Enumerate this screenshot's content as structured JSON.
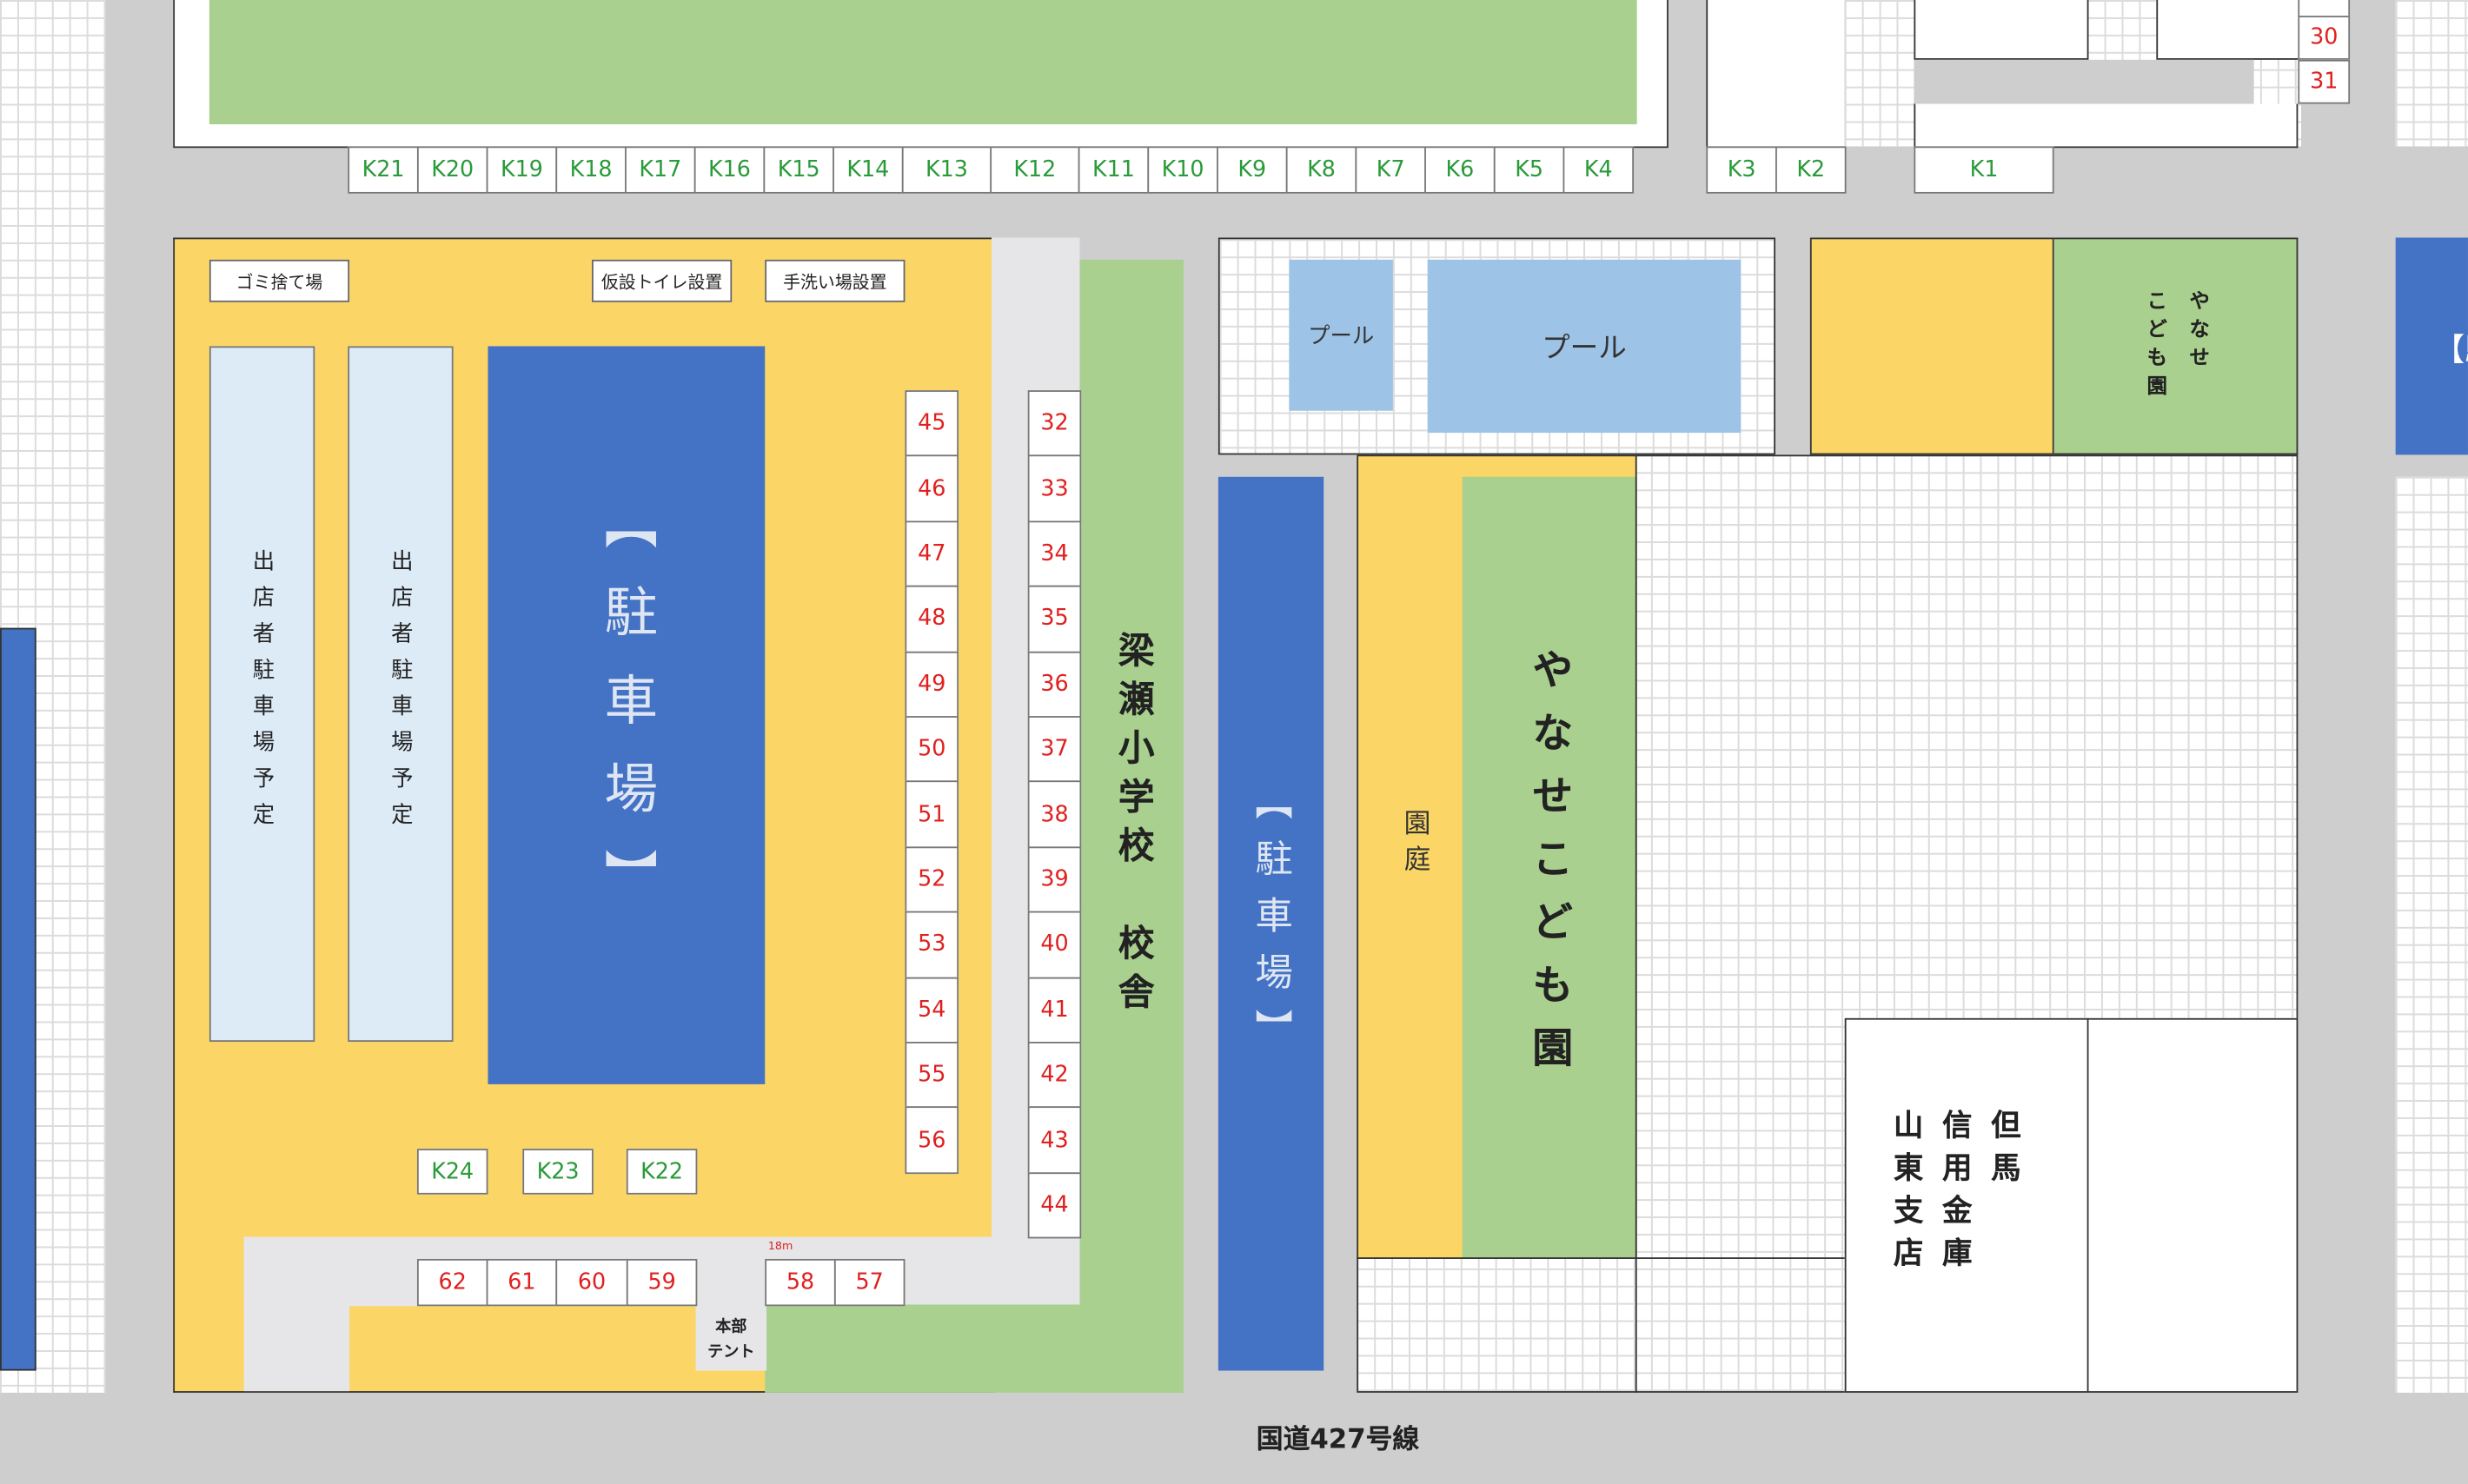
{
  "map": {
    "road_label": "国道427号線",
    "kindergarten_big": "やなせこども園",
    "kindergarten_small_lines": [
      "やなせ",
      "こども園"
    ],
    "school": "梁瀬小学校　校舎",
    "parking_main": "【駐車場】",
    "parking_right": "【駐車場】",
    "vendor_parking_1": "出店者駐車場予定",
    "vendor_parking_2": "出店者駐車場予定",
    "garden": "園庭",
    "pool_small": "プール",
    "pool_large": "プール",
    "garbage": "ゴミ捨て場",
    "toilet": "仮設トイレ設置",
    "handwash": "手洗い場設置",
    "hq_tent_lines": [
      "本部",
      "テント"
    ],
    "bank_lines": [
      "但馬",
      "信用金庫",
      "山東支店"
    ],
    "distance_note": "18m",
    "edge_right_label": "【駐",
    "k_top_row": [
      "K21",
      "K20",
      "K19",
      "K18",
      "K17",
      "K16",
      "K15",
      "K14",
      "K13",
      "K12",
      "K11",
      "K10",
      "K9",
      "K8",
      "K7",
      "K6",
      "K5",
      "K4"
    ],
    "k_mid": [
      "K3",
      "K2"
    ],
    "k_right": "K1",
    "k_lower": [
      "K24",
      "K23",
      "K22"
    ],
    "booths_left_col": [
      "45",
      "46",
      "47",
      "48",
      "49",
      "50",
      "51",
      "52",
      "53",
      "54",
      "55",
      "56"
    ],
    "booths_right_col": [
      "32",
      "33",
      "34",
      "35",
      "36",
      "37",
      "38",
      "39",
      "40",
      "41",
      "42",
      "43",
      "44"
    ],
    "booths_bottom_left": [
      "62",
      "61",
      "60",
      "59"
    ],
    "booths_bottom_right": [
      "58",
      "57"
    ],
    "booths_top_right": [
      "30",
      "31"
    ]
  }
}
